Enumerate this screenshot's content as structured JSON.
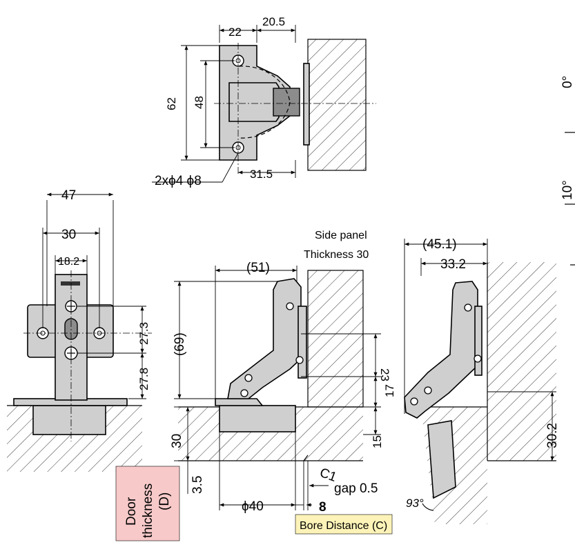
{
  "top_view": {
    "dim_22": "22",
    "dim_20_5": "20.5",
    "dim_62": "62",
    "dim_48": "48",
    "dim_31_5": "31.5",
    "holes_note": "2xϕ4 ϕ8"
  },
  "right_edge": {
    "angle_0": "0°",
    "angle_10": "10°"
  },
  "front_view": {
    "dim_47": "47",
    "dim_30": "30",
    "dim_18_2": "18.2",
    "dim_27_3": "27.3",
    "dim_27_8": "27.8"
  },
  "side_view": {
    "side_panel_line1": "Side panel",
    "side_panel_line2": "Thickness 30",
    "dim_51": "(51)",
    "dim_69": "(69)",
    "dim_23": "23",
    "dim_17": "17",
    "dim_30": "30",
    "dim_15": "15",
    "dim_3_5": "3.5",
    "dim_c1": "C1",
    "gap": "gap 0.5",
    "dim_phi40": "ϕ40",
    "dim_8": "8",
    "door_line1": "Door",
    "door_line2": "thickness",
    "door_line3": "(D)",
    "bore_distance": "Bore Distance (C)"
  },
  "open_view": {
    "dim_45_1": "(45.1)",
    "dim_33_2": "33.2",
    "dim_30_2": "30.2",
    "angle_93": "93°"
  },
  "colors": {
    "door_label_bg": "#f7c9c9",
    "bore_label_bg": "#fdf3b8",
    "part_fill": "#cfcfcf"
  }
}
